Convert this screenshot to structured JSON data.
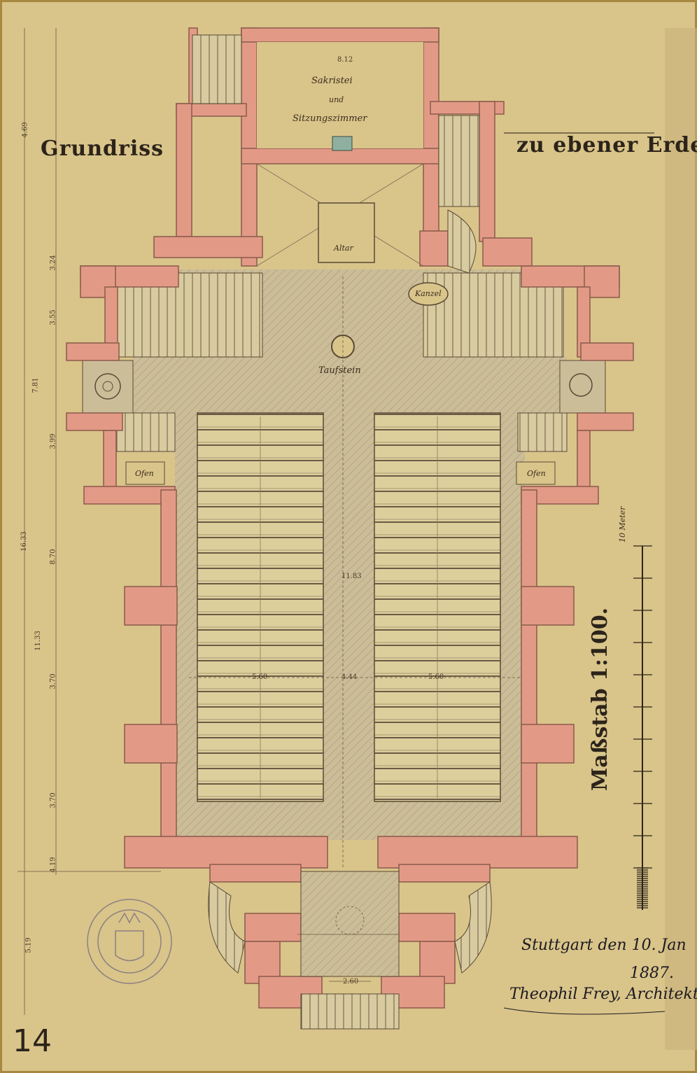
{
  "title": {
    "left": "Grundriss",
    "right": "zu ebener Erde"
  },
  "rooms": {
    "sacristy_line1": "Sakristei",
    "sacristy_line2": "und",
    "sacristy_line3": "Sitzungszimmer",
    "altar": "Altar",
    "pulpit": "Kanzel",
    "font": "Taufstein",
    "stove_left": "Ofen",
    "stove_right": "Ofen"
  },
  "scale": {
    "label": "Maßstab 1:100.",
    "unit": "10 Meter"
  },
  "dimensions": {
    "left": [
      "5.19",
      "4.69",
      "3.24",
      "3.55",
      "7.81",
      "3.99",
      "16.33",
      "8.70",
      "11.33",
      "3.70",
      "3.70",
      "4.19"
    ],
    "interior": [
      "5.60",
      "4.44",
      "5.60",
      "11.83",
      "2.60"
    ],
    "sacristy_width": "8.12"
  },
  "signature": {
    "line1": "Stuttgart den 10. Jan",
    "line2": "1887.",
    "line3": "Theophil Frey, Architekt"
  },
  "sheet_number": "14",
  "colors": {
    "paper": "#d9c48a",
    "wall": "#e29a86",
    "wall_stroke": "#8a5a4a",
    "floor": "#cbbd98"
  }
}
